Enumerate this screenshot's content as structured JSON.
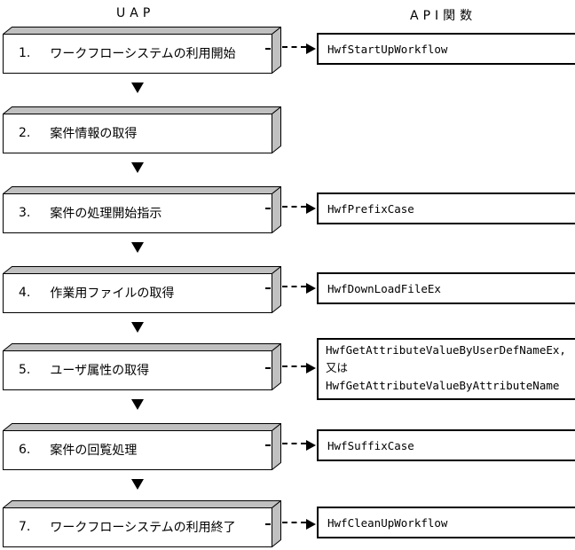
{
  "headers": {
    "uap": "UAP",
    "api": "API関数"
  },
  "colors": {
    "background": "#ffffff",
    "box_fill": "#ffffff",
    "slab_face_gray": "#c0c0c0",
    "line_black": "#000000"
  },
  "steps": [
    {
      "number": "1.",
      "label": "ワークフローシステムの利用開始",
      "api": [
        "HwfStartUpWorkflow"
      ]
    },
    {
      "number": "2.",
      "label": "案件情報の取得",
      "api": []
    },
    {
      "number": "3.",
      "label": "案件の処理開始指示",
      "api": [
        "HwfPrefixCase"
      ]
    },
    {
      "number": "4.",
      "label": "作業用ファイルの取得",
      "api": [
        "HwfDownLoadFileEx"
      ]
    },
    {
      "number": "5.",
      "label": "ユーザ属性の取得",
      "api": [
        "HwfGetAttributeValueByUserDefNameEx,",
        "又は",
        "HwfGetAttributeValueByAttributeName"
      ]
    },
    {
      "number": "6.",
      "label": "案件の回覧処理",
      "api": [
        "HwfSuffixCase"
      ]
    },
    {
      "number": "7.",
      "label": "ワークフローシステムの利用終了",
      "api": [
        "HwfCleanUpWorkflow"
      ]
    }
  ]
}
